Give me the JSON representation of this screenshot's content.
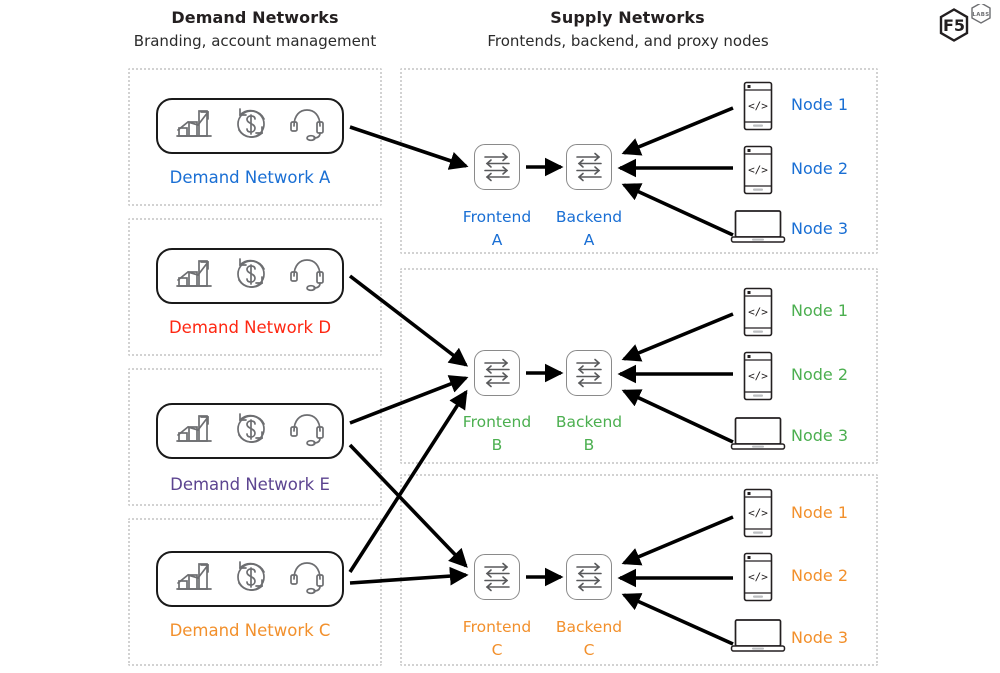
{
  "headers": {
    "demand": {
      "title": "Demand Networks",
      "subtitle": "Branding, account management"
    },
    "supply": {
      "title": "Supply Networks",
      "subtitle": "Frontends, backend, and proxy nodes"
    }
  },
  "logo": {
    "mark": "F5",
    "sub": "LABS"
  },
  "colors": {
    "blue": "#1a6fd4",
    "red": "#fe2712",
    "purple": "#5c4490",
    "orange": "#f2902c",
    "green": "#4caf50",
    "black": "#1a1a1a",
    "grey_border": "#d2d2d2"
  },
  "demand_networks": [
    {
      "label": "Demand Network A",
      "color": "#1a6fd4",
      "icons": [
        "growth-chart-icon",
        "dollar-refresh-icon",
        "headset-icon"
      ]
    },
    {
      "label": "Demand Network D",
      "color": "#fe2712",
      "icons": [
        "growth-chart-icon",
        "dollar-refresh-icon",
        "headset-icon"
      ]
    },
    {
      "label": "Demand Network E",
      "color": "#5c4490",
      "icons": [
        "growth-chart-icon",
        "dollar-refresh-icon",
        "headset-icon"
      ]
    },
    {
      "label": "Demand Network C",
      "color": "#f2902c",
      "icons": [
        "growth-chart-icon",
        "dollar-refresh-icon",
        "headset-icon"
      ]
    }
  ],
  "supply_networks": [
    {
      "color": "#1a6fd4",
      "frontend": {
        "name": "Frontend",
        "suffix": "A"
      },
      "backend": {
        "name": "Backend",
        "suffix": "A"
      },
      "nodes": [
        {
          "label": "Node 1",
          "device": "mobile-code-icon"
        },
        {
          "label": "Node 2",
          "device": "mobile-code-icon"
        },
        {
          "label": "Node 3",
          "device": "laptop-icon"
        }
      ]
    },
    {
      "color": "#4caf50",
      "frontend": {
        "name": "Frontend",
        "suffix": "B"
      },
      "backend": {
        "name": "Backend",
        "suffix": "B"
      },
      "nodes": [
        {
          "label": "Node 1",
          "device": "mobile-code-icon"
        },
        {
          "label": "Node 2",
          "device": "mobile-code-icon"
        },
        {
          "label": "Node 3",
          "device": "laptop-icon"
        }
      ]
    },
    {
      "color": "#f2902c",
      "frontend": {
        "name": "Frontend",
        "suffix": "C"
      },
      "backend": {
        "name": "Backend",
        "suffix": "C"
      },
      "nodes": [
        {
          "label": "Node 1",
          "device": "mobile-code-icon"
        },
        {
          "label": "Node 2",
          "device": "mobile-code-icon"
        },
        {
          "label": "Node 3",
          "device": "laptop-icon"
        }
      ]
    }
  ],
  "connections": [
    {
      "from": "Demand Network A",
      "to": "Frontend A"
    },
    {
      "from": "Demand Network D",
      "to": "Frontend B"
    },
    {
      "from": "Demand Network E",
      "to": "Frontend B"
    },
    {
      "from": "Demand Network E",
      "to": "Frontend C"
    },
    {
      "from": "Demand Network C",
      "to": "Frontend B"
    },
    {
      "from": "Demand Network C",
      "to": "Frontend C"
    },
    {
      "from": "Frontend A",
      "to": "Backend A"
    },
    {
      "from": "Frontend B",
      "to": "Backend B"
    },
    {
      "from": "Frontend C",
      "to": "Backend C"
    },
    {
      "from": "Node 1",
      "to": "Backend A"
    },
    {
      "from": "Node 2",
      "to": "Backend A"
    },
    {
      "from": "Node 3",
      "to": "Backend A"
    },
    {
      "from": "Node 1",
      "to": "Backend B"
    },
    {
      "from": "Node 2",
      "to": "Backend B"
    },
    {
      "from": "Node 3",
      "to": "Backend B"
    },
    {
      "from": "Node 1",
      "to": "Backend C"
    },
    {
      "from": "Node 2",
      "to": "Backend C"
    },
    {
      "from": "Node 3",
      "to": "Backend C"
    }
  ],
  "device_glyph": {
    "code": "</>"
  }
}
